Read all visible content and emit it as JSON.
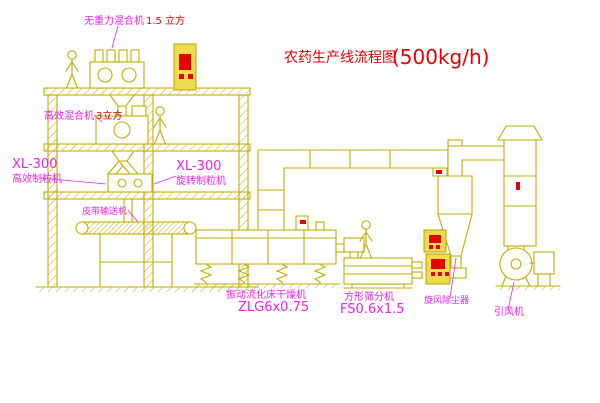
{
  "title": {
    "main": "农药生产线流程图",
    "capacity": "(500kg/h)"
  },
  "labels": {
    "mixer_top": {
      "name": "无重力混合机",
      "capacity": "1.5 立方"
    },
    "mixer_mid": {
      "name": "高效混合机",
      "capacity": "3立方"
    },
    "granulator_left": {
      "model": "XL-300",
      "name": "高效制粒机"
    },
    "granulator_mid": {
      "model": "XL-300",
      "name": "旋转制粒机"
    },
    "belt": "皮带输送机",
    "dryer": {
      "name": "振动流化床干燥机",
      "model": "ZLG6x0.75"
    },
    "sieve": {
      "name": "方形筛分机",
      "model": "FS0.6x1.5"
    },
    "cyclone": "旋风除尘器",
    "fan": "引风机"
  },
  "colors": {
    "line": "#c3ae00",
    "label_magenta": "#ee22ee",
    "accent_red": "#e60000",
    "cabinet_fill": "#eedc4e",
    "background": "#ffffff"
  }
}
